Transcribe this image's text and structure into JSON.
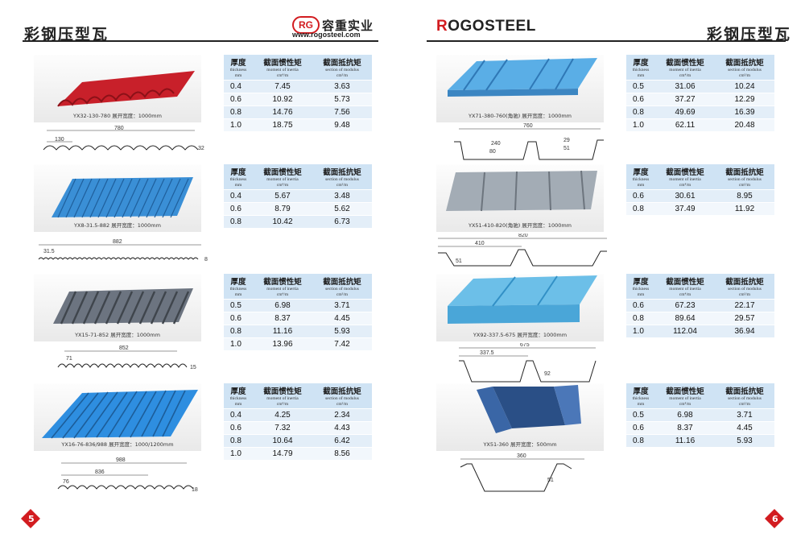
{
  "left_page": {
    "title": "彩钢压型瓦",
    "logo": {
      "badge": "RG",
      "company": "容重实业",
      "url": "www.rogosteel.com"
    },
    "page_number": "5"
  },
  "right_page": {
    "brand_first": "R",
    "brand_rest": "OGOSTEEL",
    "title": "彩钢压型瓦",
    "page_number": "6"
  },
  "table_headers": {
    "thickness_cn": "厚度",
    "thickness_en": "thickness",
    "thickness_unit": "mm",
    "inertia_cn": "截面惯性矩",
    "inertia_en": "moment of inertia",
    "inertia_unit": "cm⁴/m",
    "modulus_cn": "截面抵抗矩",
    "modulus_en": "section of modulus",
    "modulus_unit": "cm³/m"
  },
  "products": [
    {
      "caption": "YX32-130-780 展开宽度：1000mm",
      "color": "#c8202a",
      "dims": [
        "780",
        "130",
        "32"
      ],
      "rows": [
        [
          "0.4",
          "7.45",
          "3.63"
        ],
        [
          "0.6",
          "10.92",
          "5.73"
        ],
        [
          "0.8",
          "14.76",
          "7.56"
        ],
        [
          "1.0",
          "18.75",
          "9.48"
        ]
      ]
    },
    {
      "caption": "YX8-31.5-882 展开宽度：1000mm",
      "color": "#3a8fd6",
      "dims": [
        "882",
        "31.5",
        "8"
      ],
      "rows": [
        [
          "0.4",
          "5.67",
          "3.48"
        ],
        [
          "0.6",
          "8.79",
          "5.62"
        ],
        [
          "0.8",
          "10.42",
          "6.73"
        ]
      ]
    },
    {
      "caption": "YX15-71-852 展开宽度：1000mm",
      "color": "#6c7480",
      "dims": [
        "852",
        "71",
        "15"
      ],
      "rows": [
        [
          "0.5",
          "6.98",
          "3.71"
        ],
        [
          "0.6",
          "8.37",
          "4.45"
        ],
        [
          "0.8",
          "11.16",
          "5.93"
        ],
        [
          "1.0",
          "13.96",
          "7.42"
        ]
      ]
    },
    {
      "caption": "YX16-76-836/988 展开宽度：1000/1200mm",
      "color": "#2e8ee0",
      "dims": [
        "988",
        "836",
        "76",
        "18"
      ],
      "rows": [
        [
          "0.4",
          "4.25",
          "2.34"
        ],
        [
          "0.6",
          "7.32",
          "4.43"
        ],
        [
          "0.8",
          "10.64",
          "6.42"
        ],
        [
          "1.0",
          "14.79",
          "8.56"
        ]
      ]
    },
    {
      "caption": "YX71-380-760(角驰) 展开宽度：1000mm",
      "color": "#5aaee6",
      "dims": [
        "760",
        "240",
        "80",
        "51",
        "29"
      ],
      "rows": [
        [
          "0.5",
          "31.06",
          "10.24"
        ],
        [
          "0.6",
          "37.27",
          "12.29"
        ],
        [
          "0.8",
          "49.69",
          "16.39"
        ],
        [
          "1.0",
          "62.11",
          "20.48"
        ]
      ]
    },
    {
      "caption": "YX51-410-820(角驰) 展开宽度：1000mm",
      "color": "#a3acb5",
      "dims": [
        "820",
        "410",
        "51"
      ],
      "rows": [
        [
          "0.6",
          "30.61",
          "8.95"
        ],
        [
          "0.8",
          "37.49",
          "11.92"
        ]
      ]
    },
    {
      "caption": "YX92-337.5-675 展开宽度：1000mm",
      "color": "#6cbfe8",
      "dims": [
        "675",
        "337.5",
        "92"
      ],
      "rows": [
        [
          "0.6",
          "67.23",
          "22.17"
        ],
        [
          "0.8",
          "89.64",
          "29.57"
        ],
        [
          "1.0",
          "112.04",
          "36.94"
        ]
      ]
    },
    {
      "caption": "YX51-360 展开宽度：500mm",
      "color": "#2a4f86",
      "dims": [
        "360",
        "51"
      ],
      "rows": [
        [
          "0.5",
          "6.98",
          "3.71"
        ],
        [
          "0.6",
          "8.37",
          "4.45"
        ],
        [
          "0.8",
          "11.16",
          "5.93"
        ]
      ]
    }
  ]
}
